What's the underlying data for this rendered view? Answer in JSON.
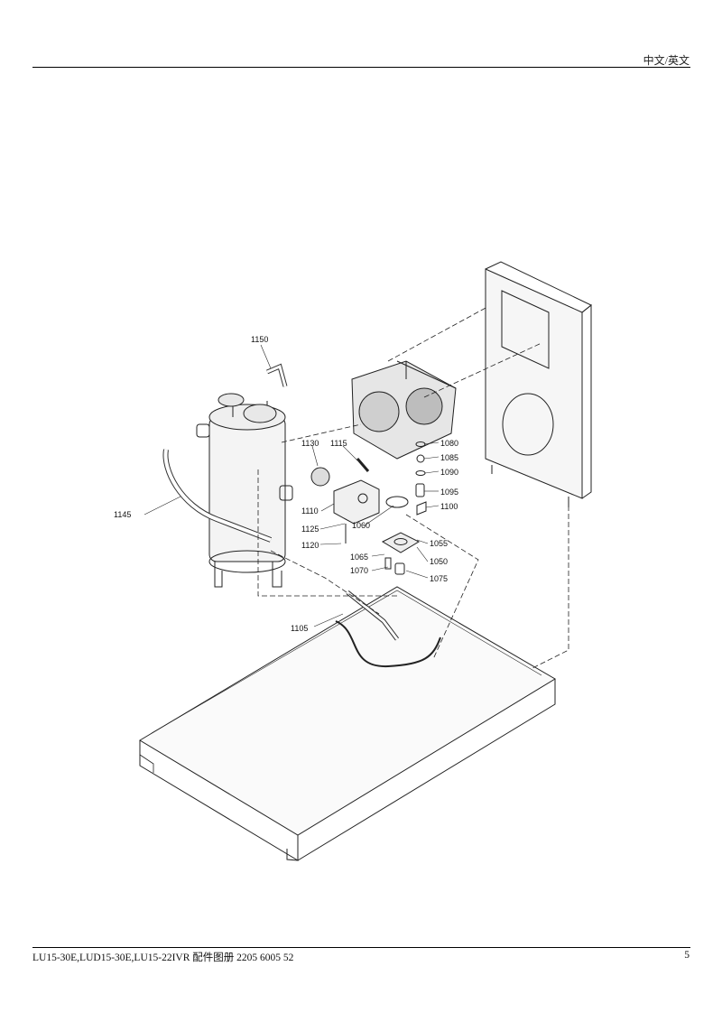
{
  "header": {
    "language": "中文/英文"
  },
  "callouts": [
    {
      "id": "1150",
      "text": "1150"
    },
    {
      "id": "1130",
      "text": "1130"
    },
    {
      "id": "1115",
      "text": "1115"
    },
    {
      "id": "1080",
      "text": "1080"
    },
    {
      "id": "1085",
      "text": "1085"
    },
    {
      "id": "1090",
      "text": "1090"
    },
    {
      "id": "1095",
      "text": "1095"
    },
    {
      "id": "1100",
      "text": "1100"
    },
    {
      "id": "1110",
      "text": "1110"
    },
    {
      "id": "1060",
      "text": "1060"
    },
    {
      "id": "1145",
      "text": "1145"
    },
    {
      "id": "1125",
      "text": "1125"
    },
    {
      "id": "1120",
      "text": "1120"
    },
    {
      "id": "1055",
      "text": "1055"
    },
    {
      "id": "1065",
      "text": "1065"
    },
    {
      "id": "1050",
      "text": "1050"
    },
    {
      "id": "1070",
      "text": "1070"
    },
    {
      "id": "1075",
      "text": "1075"
    },
    {
      "id": "1105",
      "text": "1105"
    }
  ],
  "footer": {
    "document": "LU15-30E,LUD15-30E,LU15-22IVR  配件图册 2205 6005 52",
    "page": "5"
  }
}
